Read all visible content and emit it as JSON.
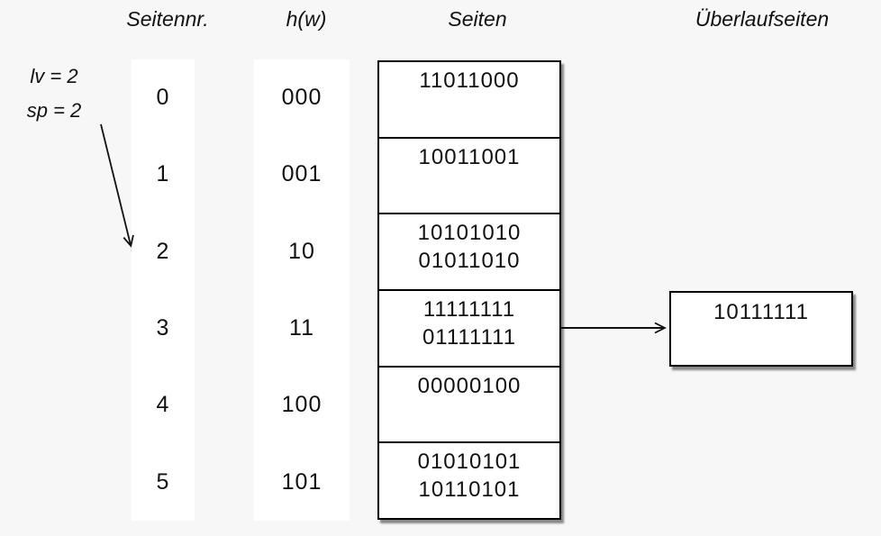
{
  "colors": {
    "background": "#f7f7f7",
    "panel": "#ffffff",
    "border": "#000000",
    "text": "#111111"
  },
  "headers": {
    "seitennr": "Seitennr.",
    "hw": "h(w)",
    "seiten": "Seiten",
    "ueberlauf": "Überlaufseiten"
  },
  "annotation": {
    "lv": "lv = 2",
    "sp": "sp = 2"
  },
  "page_numbers": [
    "0",
    "1",
    "2",
    "3",
    "4",
    "5"
  ],
  "hash_values": [
    "000",
    "001",
    "10",
    "11",
    "100",
    "101"
  ],
  "pages": [
    {
      "lines": [
        "11011000"
      ]
    },
    {
      "lines": [
        "10011001"
      ]
    },
    {
      "lines": [
        "10101010",
        "01011010"
      ]
    },
    {
      "lines": [
        "11111111",
        "01111111"
      ]
    },
    {
      "lines": [
        "00000100"
      ]
    },
    {
      "lines": [
        "01010101",
        "10110101"
      ]
    }
  ],
  "overflow_pages": [
    {
      "lines": [
        "10111111"
      ]
    }
  ]
}
